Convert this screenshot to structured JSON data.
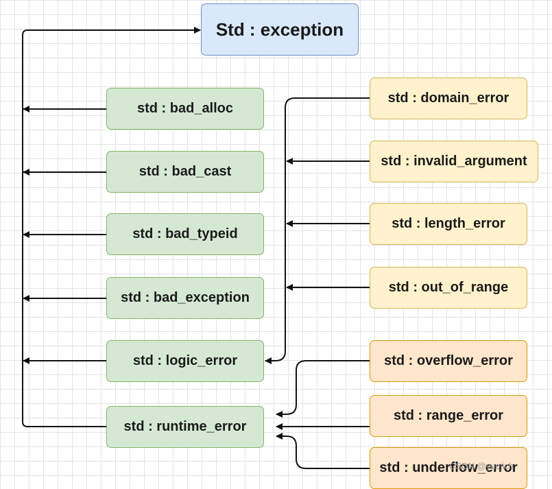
{
  "nodes": {
    "root": "Std : exception",
    "bad_alloc": "std : bad_alloc",
    "bad_cast": "std : bad_cast",
    "bad_typeid": "std : bad_typeid",
    "bad_exception": "std : bad_exception",
    "logic_error": "std : logic_error",
    "runtime_error": "std : runtime_error",
    "domain_error": "std : domain_error",
    "invalid_argument": "std : invalid_argument",
    "length_error": "std : length_error",
    "out_of_range": "std : out_of_range",
    "overflow_error": "std : overflow_error",
    "range_error": "std : range_error",
    "underflow_error": "std : underflow_error"
  },
  "colors": {
    "root_fill": "#dae8fc",
    "root_border": "#6c8ebf",
    "green_fill": "#d5e8d4",
    "green_border": "#82b366",
    "yellow_fill": "#fff2cc",
    "yellow_border": "#d6b656",
    "orange_fill": "#ffe6cc",
    "orange_border": "#d79b00",
    "arrow": "#111111"
  },
  "watermark": "CSDN @yuejich"
}
